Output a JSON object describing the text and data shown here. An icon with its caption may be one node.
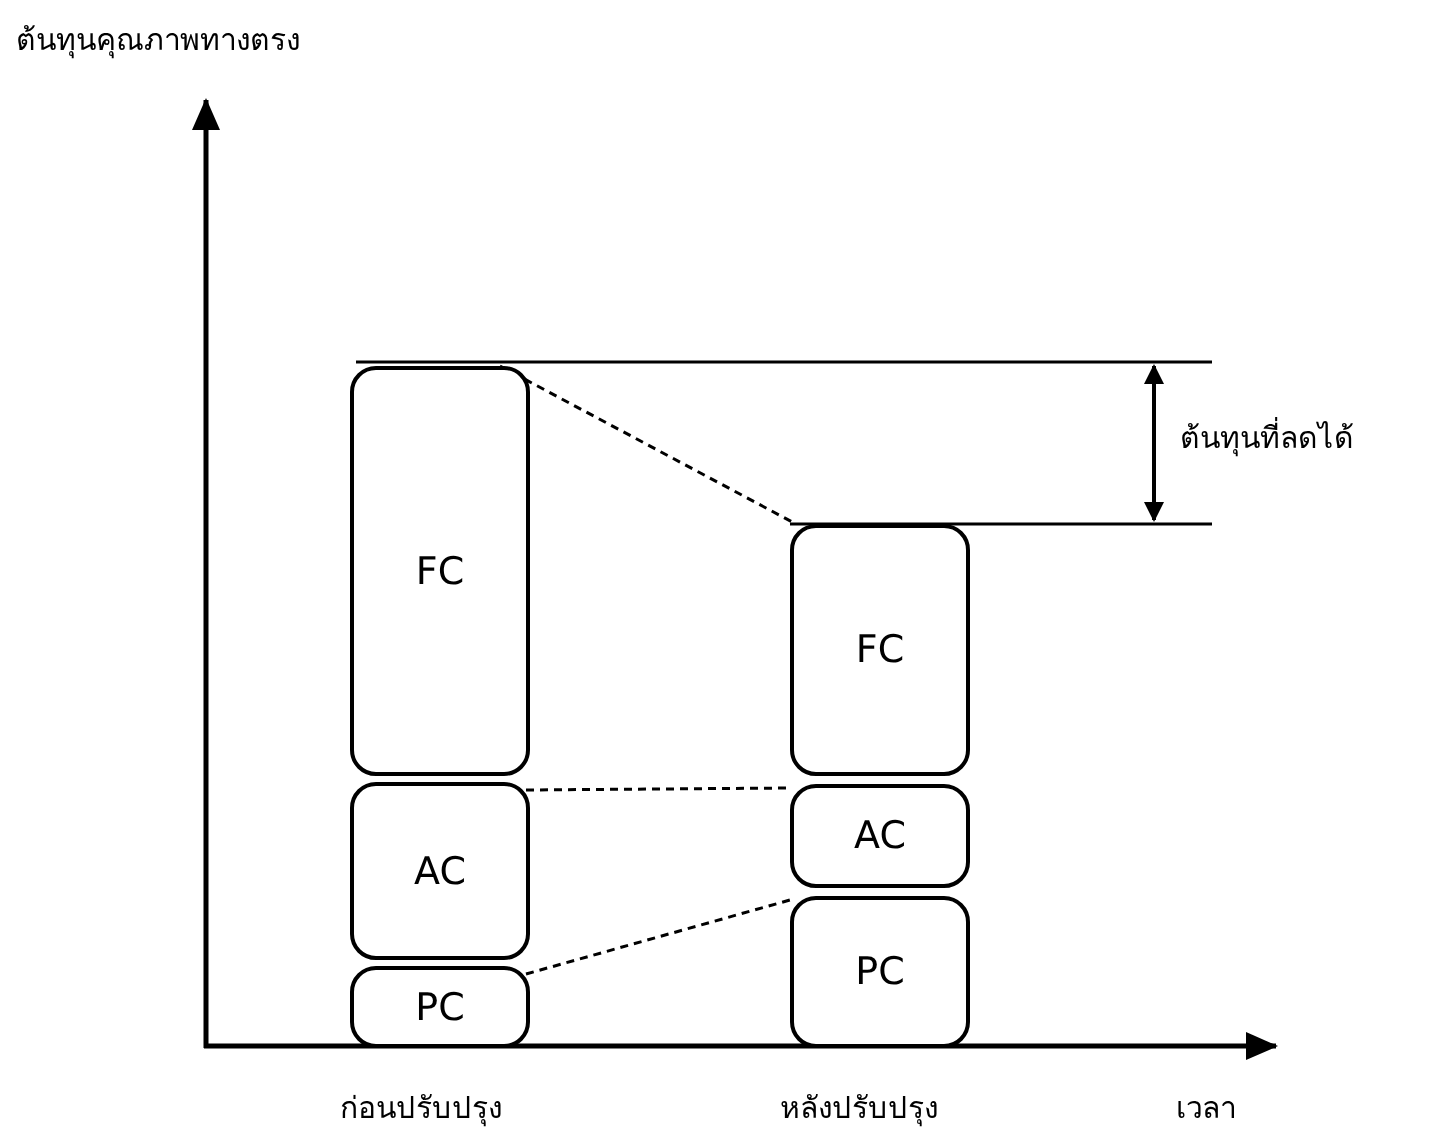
{
  "diagram": {
    "nodes": [
      {
        "text": [
          "FC"
        ]
      },
      {
        "text": [
          "AC"
        ]
      },
      {
        "text": [
          "PC"
        ]
      },
      {
        "text": [
          "FC"
        ]
      },
      {
        "text": [
          "AC"
        ]
      },
      {
        "text": [
          "PC"
        ]
      }
    ],
    "edges": [
      {
        "from": 0,
        "to": 3,
        "arrow": "none",
        "style": "dashed"
      },
      {
        "from": 1,
        "to": 4,
        "arrow": "none",
        "style": "dashed"
      },
      {
        "from": 2,
        "to": 5,
        "arrow": "none",
        "style": "dashed"
      }
    ],
    "labels": [
      "ต้นทุนคุณภาพทางตรง",
      "ต้นทุนที่ลดได้",
      "ก่อนปรับปรุง",
      "หลังปรับปรุง",
      "เวลา"
    ]
  }
}
